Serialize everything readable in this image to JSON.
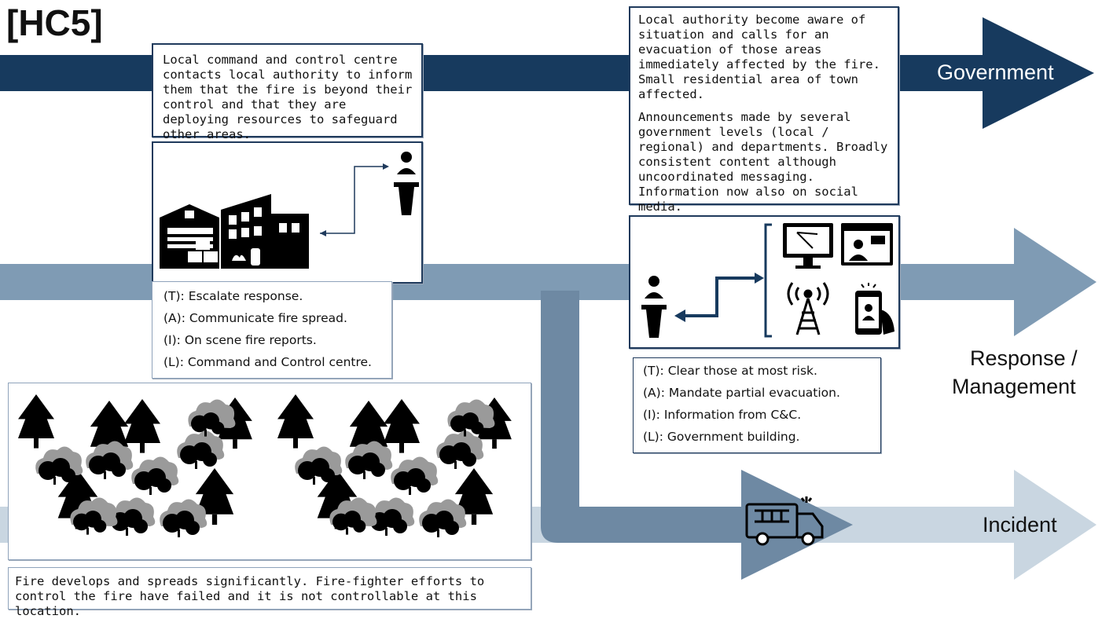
{
  "tag": "[HC5]",
  "lanes": {
    "government": "Government",
    "response_line1": "Response /",
    "response_line2": "Management",
    "incident": "Incident"
  },
  "boxes": {
    "local_command": "Local command and control centre contacts local authority to inform them that the fire is beyond their control and that they are deploying resources to safeguard other areas.",
    "local_authority_p1": "Local authority become aware of situation and calls for an evacuation of those areas immediately affected by the fire. Small residential area of town affected.",
    "local_authority_p2": "Announcements made by several government levels (local / regional) and departments. Broadly consistent content although uncoordinated messaging. Information now also on social media.",
    "fire_develops": "Fire develops and spreads significantly. Fire-fighter efforts to control the fire have failed and it is not controllable at this location."
  },
  "tail_left": {
    "t": "(T): Escalate response.",
    "a": "(A): Communicate fire spread.",
    "i": "(I):  On scene fire reports.",
    "l": "(L): Command and Control centre."
  },
  "tail_right": {
    "t": "(T): Clear those at most risk.",
    "a": "(A): Mandate partial evacuation.",
    "i": "(I):  Information from C&C.",
    "l": "(L): Government building."
  },
  "colors": {
    "government": "#173a5e",
    "response": "#7f9bb4",
    "incident": "#c9d6e1",
    "connector": "#6e89a3"
  },
  "icons": [
    "fire-station-icon",
    "speaker-podium-icon",
    "tv-monitor-icon",
    "video-call-icon",
    "radio-tower-icon",
    "smartphone-icon",
    "fire-truck-icon",
    "burning-forest-icon"
  ]
}
